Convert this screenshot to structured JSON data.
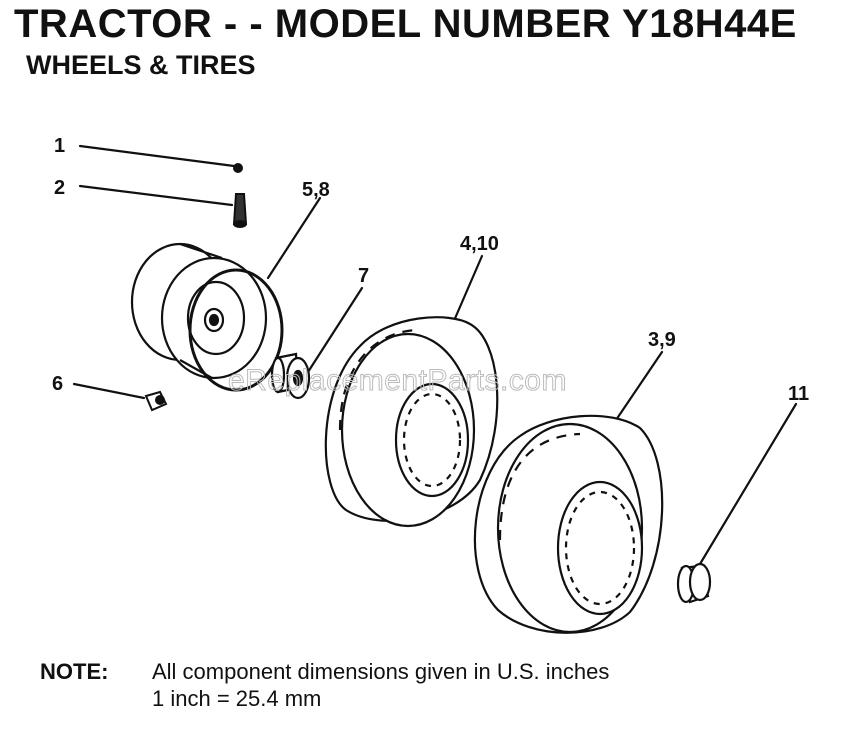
{
  "header": {
    "title": "TRACTOR - - MODEL NUMBER Y18H44E",
    "subtitle": "WHEELS & TIRES"
  },
  "diagram": {
    "callouts": [
      "1",
      "2",
      "5,8",
      "7",
      "4,10",
      "3,9",
      "6",
      "11"
    ],
    "watermark": "eReplacementParts.com"
  },
  "note": {
    "label": "NOTE:",
    "line1": "All component dimensions given in U.S. inches",
    "line2": "1 inch = 25.4 mm"
  }
}
